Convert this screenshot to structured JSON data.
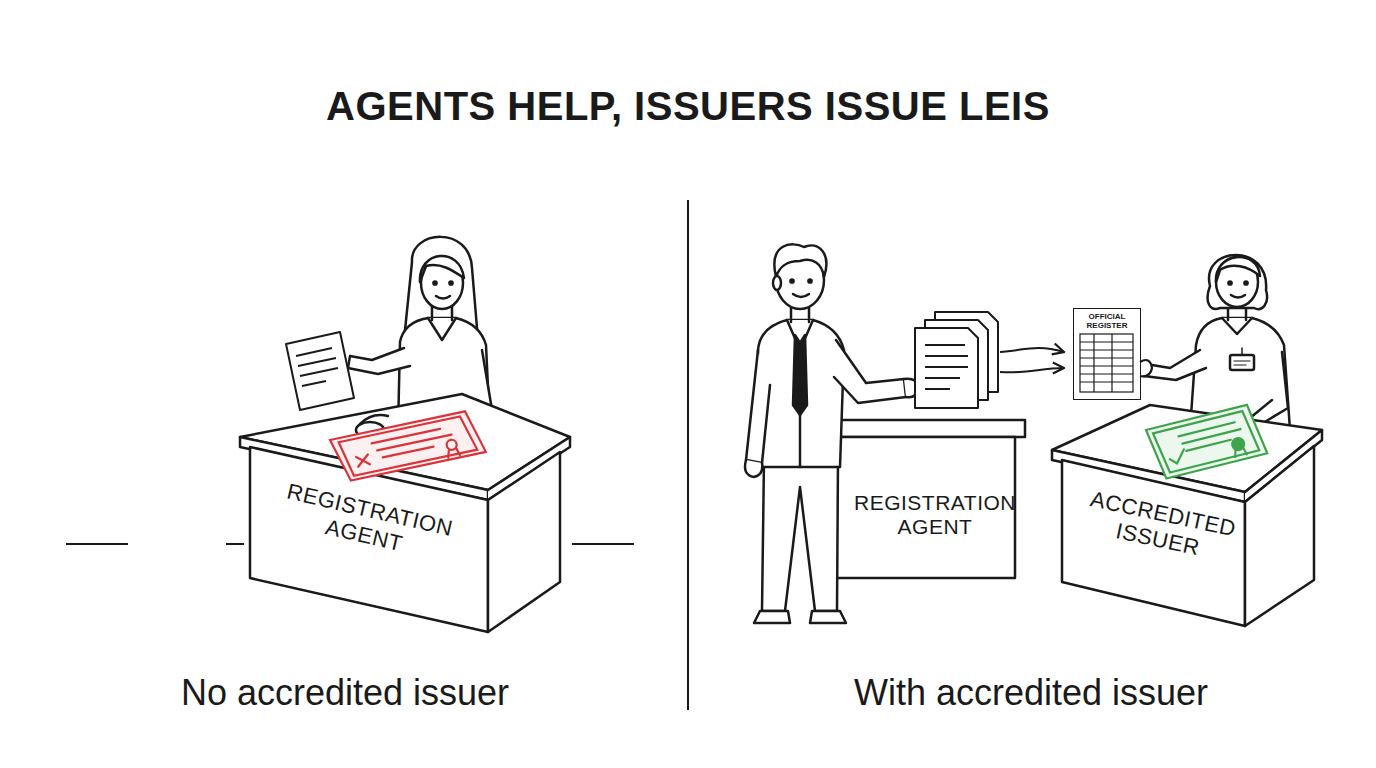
{
  "diagram": {
    "title": "AGENTS HELP, ISSUERS ISSUE LEIS",
    "nodes": [
      {
        "text": [
          "REGISTRATION AGENT"
        ]
      },
      {
        "text": [
          "REGISTRATION AGENT"
        ]
      },
      {
        "text": [
          "OFFICIAL REGISTER"
        ]
      },
      {
        "text": [
          "ACCREDITED ISSUER"
        ]
      }
    ],
    "labels": [
      "No accredited issuer",
      "With accredited issuer"
    ]
  }
}
